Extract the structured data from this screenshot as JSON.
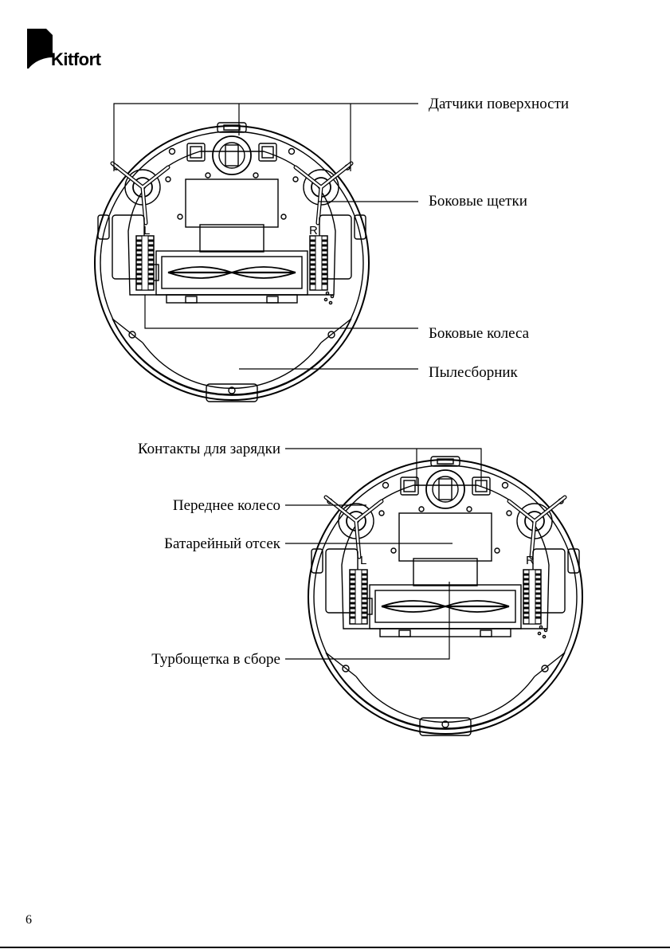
{
  "brand": {
    "name": "Kitfort"
  },
  "figure1": {
    "labels": {
      "surface_sensors": "Датчики поверхности",
      "side_brushes": "Боковые щетки",
      "side_wheels": "Боковые колеса",
      "dust_bin": "Пылесборник"
    },
    "wheel_marks": {
      "left": "L",
      "right": "R"
    }
  },
  "figure2": {
    "labels": {
      "charging_contacts": "Контакты для зарядки",
      "front_wheel": "Переднее колесо",
      "battery_compartment": "Батарейный отсек",
      "turbo_brush": "Турбощетка в сборе"
    },
    "wheel_marks": {
      "left": "L",
      "right": "R"
    }
  },
  "page": {
    "number": "6"
  }
}
